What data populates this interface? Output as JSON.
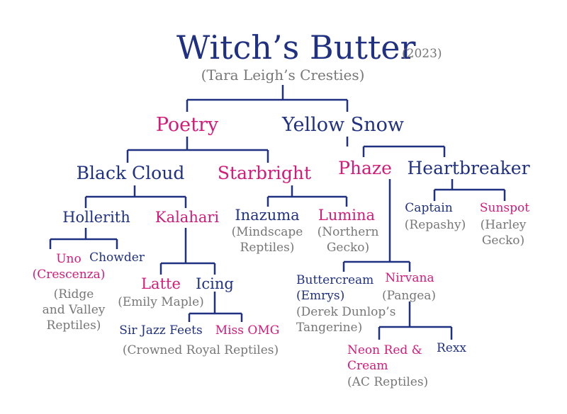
{
  "header": {
    "title": "Witch’s Butter",
    "year": "(2023)",
    "breeder": "(Tara Leigh’s Cresties)"
  },
  "colors": {
    "navy": "#1f3180",
    "pink": "#d21c7a",
    "gray": "#777777"
  },
  "tree": {
    "poetry": "Poetry",
    "yellow_snow": "Yellow Snow",
    "black_cloud": "Black Cloud",
    "starbright": "Starbright",
    "phaze": "Phaze",
    "heartbreaker": "Heartbreaker",
    "hollerith": "Hollerith",
    "kalahari": "Kalahari",
    "inazuma": "Inazuma",
    "inazuma_note": "(Mindscape\nReptiles)",
    "lumina": "Lumina",
    "lumina_note": "(Northern\nGecko)",
    "captain": "Captain",
    "captain_note": "(Repashy)",
    "sunspot": "Sunspot",
    "sunspot_note": "(Harley\nGecko)",
    "uno": "Uno\n(Crescenza)",
    "chowder": "Chowder",
    "uno_chowder_note": "(Ridge\nand Valley\nReptiles)",
    "latte": "Latte",
    "latte_note": "(Emily Maple)",
    "icing": "Icing",
    "sir_jazz_feets": "Sir Jazz Feets",
    "miss_omg": "Miss OMG",
    "icing_parents_note": "(Crowned Royal Reptiles)",
    "buttercream": "Buttercream\n(Emrys)",
    "buttercream_note": "(Derek Dunlop’s\nTangerine)",
    "nirvana": "Nirvana",
    "nirvana_note": "(Pangea)",
    "neon_red_cream": "Neon Red &\nCream",
    "neon_note": "(AC Reptiles)",
    "rexx": "Rexx"
  }
}
